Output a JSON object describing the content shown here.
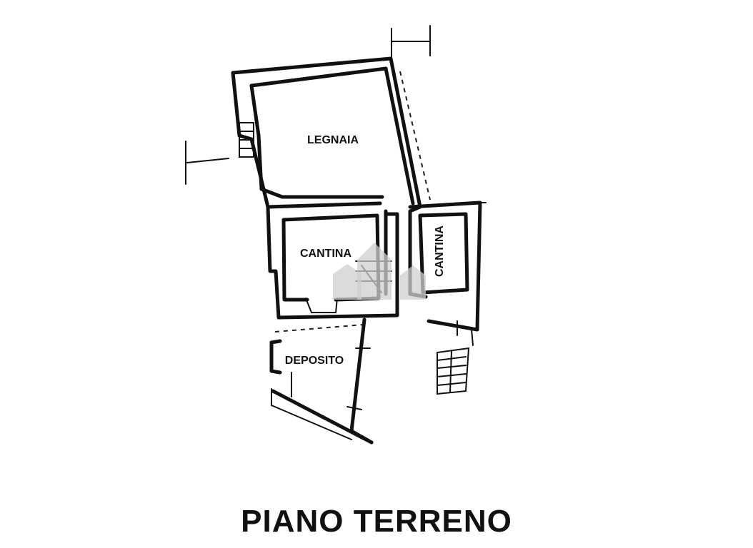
{
  "rooms": {
    "legnaia": "LEGNAIA",
    "cantina_center": "CANTINA",
    "cantina_right": "CANTINA",
    "deposito": "DEPOSITO"
  },
  "floor_title": "PIANO TERRENO",
  "icons": [
    "watermark-house-icon",
    "stairs-icon"
  ],
  "colors": {
    "ink": "#111111",
    "background": "#ffffff",
    "watermark": "#cfcfcf"
  }
}
